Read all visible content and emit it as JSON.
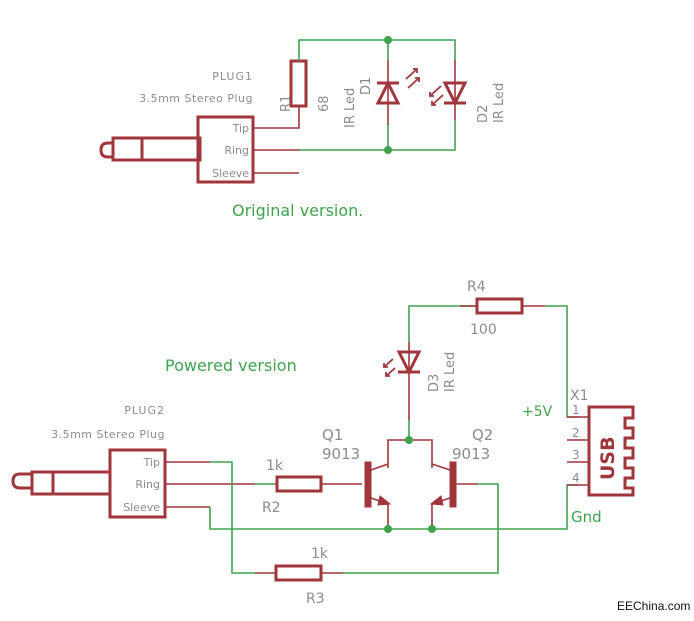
{
  "title": "IR LED transmitter schematic",
  "colors": {
    "wire": "#3fa34d",
    "symbol": "#a0363b",
    "label": "#8c8c8c",
    "background": "#ffffff"
  },
  "original": {
    "caption": "Original version.",
    "plug": {
      "name": "PLUG1",
      "value": "3.5mm Stereo Plug",
      "pins": [
        "Tip",
        "Ring",
        "Sleeve"
      ]
    },
    "r1": {
      "name": "R1",
      "value": "68"
    },
    "d1": {
      "name": "D1",
      "value": "IR Led"
    },
    "d2": {
      "name": "D2",
      "value": "IR Led"
    }
  },
  "powered": {
    "caption": "Powered version",
    "plug": {
      "name": "PLUG2",
      "value": "3.5mm Stereo Plug",
      "pins": [
        "Tip",
        "Ring",
        "Sleeve"
      ]
    },
    "r2": {
      "name": "R2",
      "value": "1k"
    },
    "r3": {
      "name": "R3",
      "value": "1k"
    },
    "r4": {
      "name": "R4",
      "value": "100"
    },
    "d3": {
      "name": "D3",
      "value": "IR Led"
    },
    "q1": {
      "name": "Q1",
      "value": "9013"
    },
    "q2": {
      "name": "Q2",
      "value": "9013"
    },
    "usb": {
      "name": "X1",
      "label": "USB",
      "pins": [
        "1",
        "2",
        "3",
        "4"
      ],
      "vcc": "+5V",
      "gnd": "Gnd"
    }
  },
  "watermark": "EEChina.com"
}
